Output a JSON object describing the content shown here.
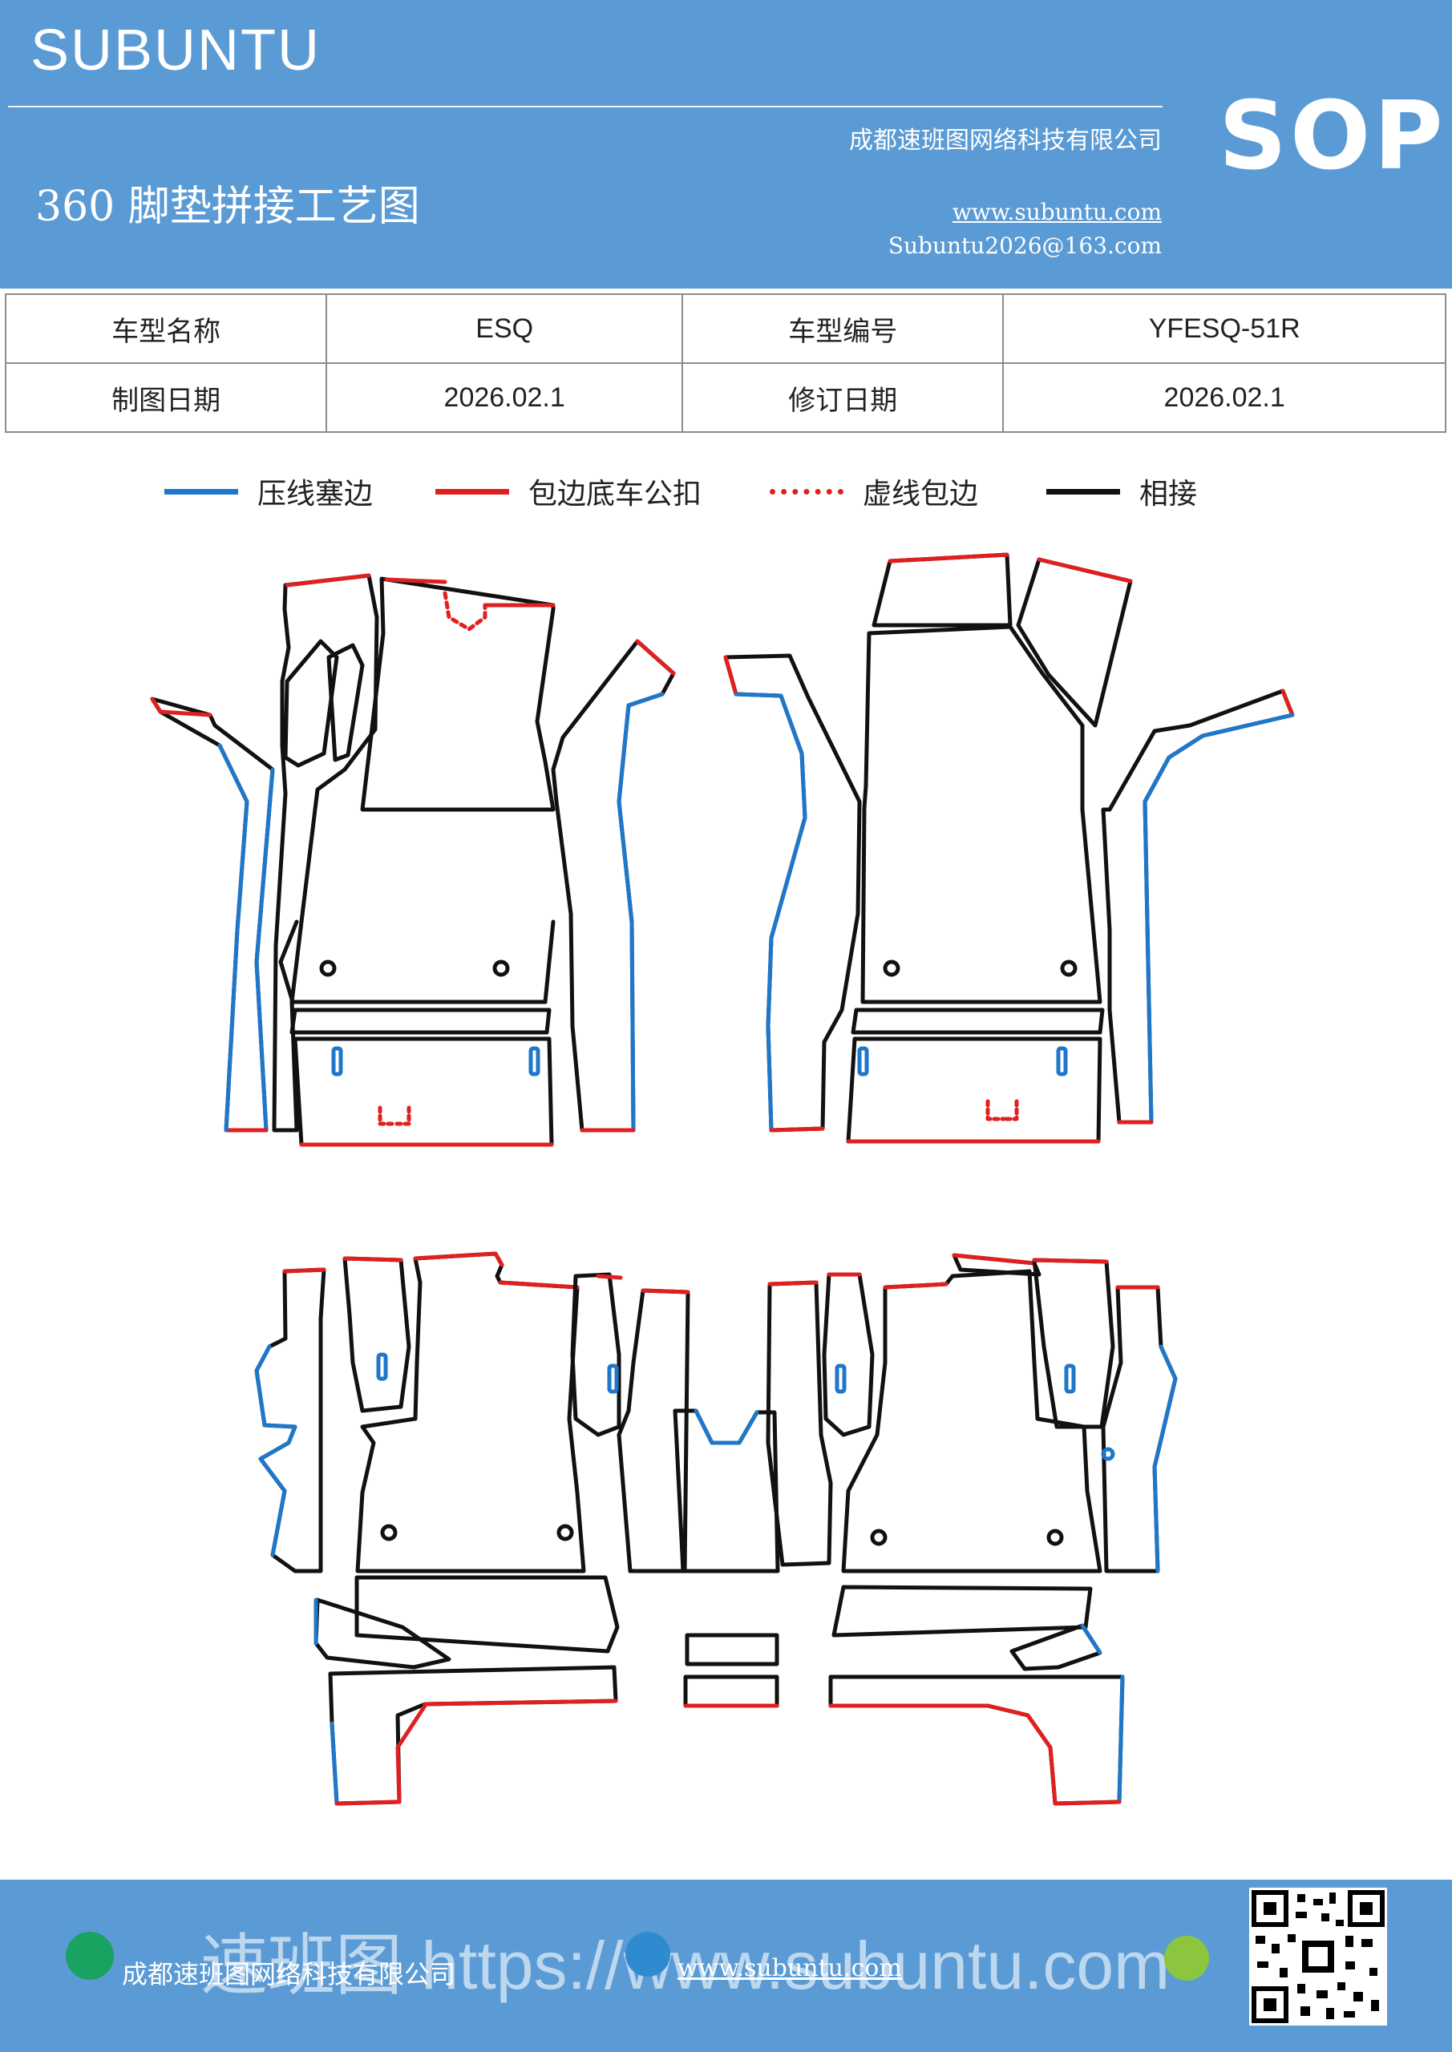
{
  "header": {
    "brand": "SUBUNTU",
    "company": "成都速班图网络科技有限公司",
    "title": "360 脚垫拼接工艺图",
    "website": "www.subuntu.com",
    "email": "Subuntu2026@163.com",
    "badge": "SOP"
  },
  "info_table": {
    "rows": [
      {
        "label1": "车型名称",
        "value1": "ESQ",
        "label2": "车型编号",
        "value2": "YFESQ-51R"
      },
      {
        "label1": "制图日期",
        "value1": "2026.02.1",
        "label2": "修订日期",
        "value2": "2026.02.1"
      }
    ]
  },
  "legend": [
    {
      "label": "压线塞边",
      "color": "#1f77c9",
      "style": "solid"
    },
    {
      "label": "包边底车公扣",
      "color": "#e02020",
      "style": "solid"
    },
    {
      "label": "虚线包边",
      "color": "#e02020",
      "style": "dashed"
    },
    {
      "label": "相接",
      "color": "#111111",
      "style": "solid"
    }
  ],
  "footer": {
    "company": "成都速班图网络科技有限公司",
    "website": "www.subuntu.com",
    "watermark": "速班图 https://www.subuntu.com"
  },
  "colors": {
    "header_bg": "#5b9bd5",
    "blue_edge": "#1f77c9",
    "red_edge": "#e02020",
    "black_edge": "#111111"
  }
}
